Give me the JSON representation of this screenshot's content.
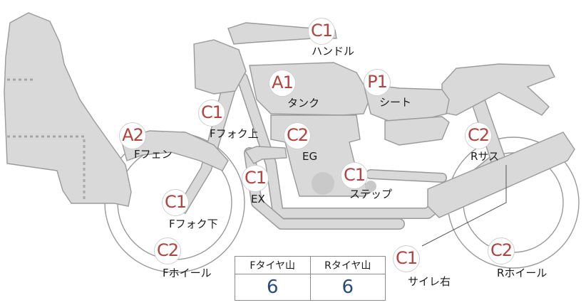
{
  "parts": [
    {
      "id": "handle",
      "grade": "C1",
      "label": "ハンドル"
    },
    {
      "id": "tank",
      "grade": "A1",
      "label": "タンク"
    },
    {
      "id": "seat",
      "grade": "P1",
      "label": "シート"
    },
    {
      "id": "f-fork-upper",
      "grade": "C1",
      "label": "Fフォク上"
    },
    {
      "id": "f-fender",
      "grade": "A2",
      "label": "Fフェン"
    },
    {
      "id": "engine",
      "grade": "C2",
      "label": "EG"
    },
    {
      "id": "r-suspension",
      "grade": "C2",
      "label": "Rサス"
    },
    {
      "id": "exhaust",
      "grade": "C1",
      "label": "EX"
    },
    {
      "id": "step",
      "grade": "C1",
      "label": "ステップ"
    },
    {
      "id": "f-fork-lower",
      "grade": "C1",
      "label": "Fフォク下"
    },
    {
      "id": "f-wheel",
      "grade": "C2",
      "label": "Fホイール"
    },
    {
      "id": "silencer-right",
      "grade": "C1",
      "label": "サイレ右"
    },
    {
      "id": "r-wheel",
      "grade": "C2",
      "label": "Rホイール"
    }
  ],
  "tire_table": {
    "headers": [
      "Fタイヤ山",
      "Rタイヤ山"
    ],
    "values": [
      "6",
      "6"
    ]
  },
  "colors": {
    "grade_text": "#b5413d",
    "table_value": "#2e4a7a",
    "part_fill": "#d9d9d9",
    "part_outline": "#9a9a9a"
  }
}
